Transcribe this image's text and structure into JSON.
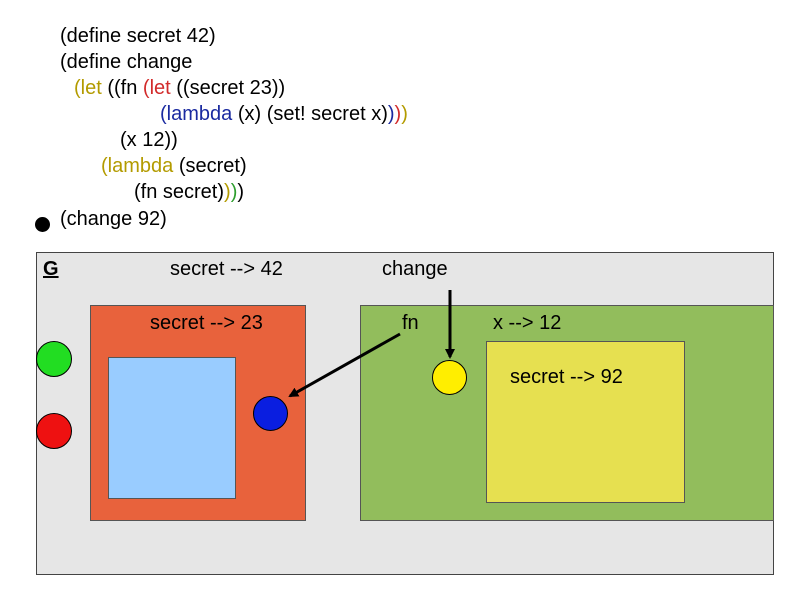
{
  "code": {
    "line1": "(define secret 42)",
    "line2": "(define change",
    "line3_open": "(",
    "line3_let": "let",
    "line3_mid": " ((fn ",
    "line3_let2_open": "(",
    "line3_let2": "let",
    "line3_tail": " ((secret 23))",
    "line4_open": "(",
    "line4_lambda": "lambda",
    "line4_mid": " (x) (set! secret x)",
    "line4_p1": ")",
    "line4_p2": ")",
    "line4_p3": ")",
    "line5": "(x 12))",
    "line6_open": "(",
    "line6_lambda": "lambda",
    "line6_tail": " (secret)",
    "line7_head": "(fn secret)",
    "line7_p1": ")",
    "line7_p2": ")",
    "line7_p3": ")",
    "line8": "(change 92)"
  },
  "env": {
    "global_label": "G",
    "global_binding": "secret --> 42",
    "change_label": "change",
    "orange_binding": "secret --> 23",
    "fn_label": "fn",
    "x_binding": "x --> 12",
    "yellow_binding": "secret --> 92"
  },
  "colors": {
    "global_frame": "#e6e6e6",
    "orange_frame": "#e8623c",
    "light_blue_frame": "#99ccff",
    "green_frame": "#92bd5c",
    "yellow_frame": "#e6e050",
    "green_dot": "#22dd22",
    "red_dot": "#ee1111",
    "blue_dot": "#0a1ee0",
    "yellow_dot": "#ffee00"
  }
}
